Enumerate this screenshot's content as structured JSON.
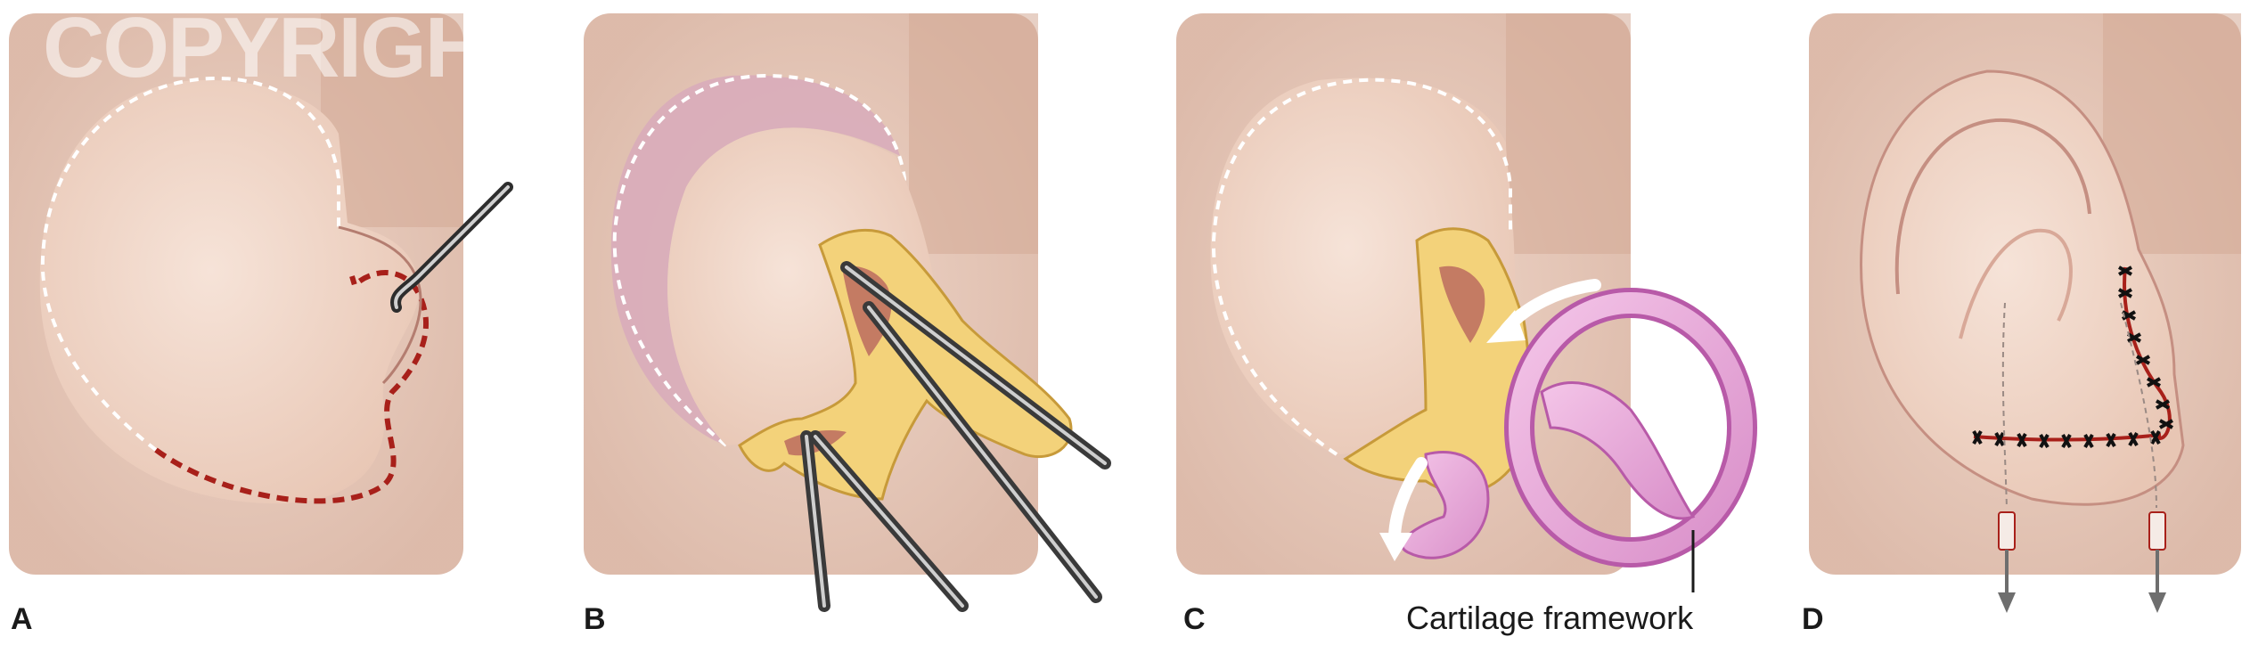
{
  "panels": [
    {
      "letter": "A"
    },
    {
      "letter": "B"
    },
    {
      "letter": "C"
    },
    {
      "letter": "D"
    }
  ],
  "callout_label": "Cartilage framework",
  "watermark": "COPYRIGHT",
  "colors": {
    "skin": "#efd3c4",
    "skin_dark": "#d4ab98",
    "background_tissue": "#e3c0ae",
    "incision_red": "#a8201a",
    "fat_yellow": "#f3d27a",
    "cartilage_pink": "#e9a8d8",
    "cartilage_outline": "#b85aa8",
    "instrument_grey": "#6e6e6e",
    "suture_black": "#111111"
  }
}
